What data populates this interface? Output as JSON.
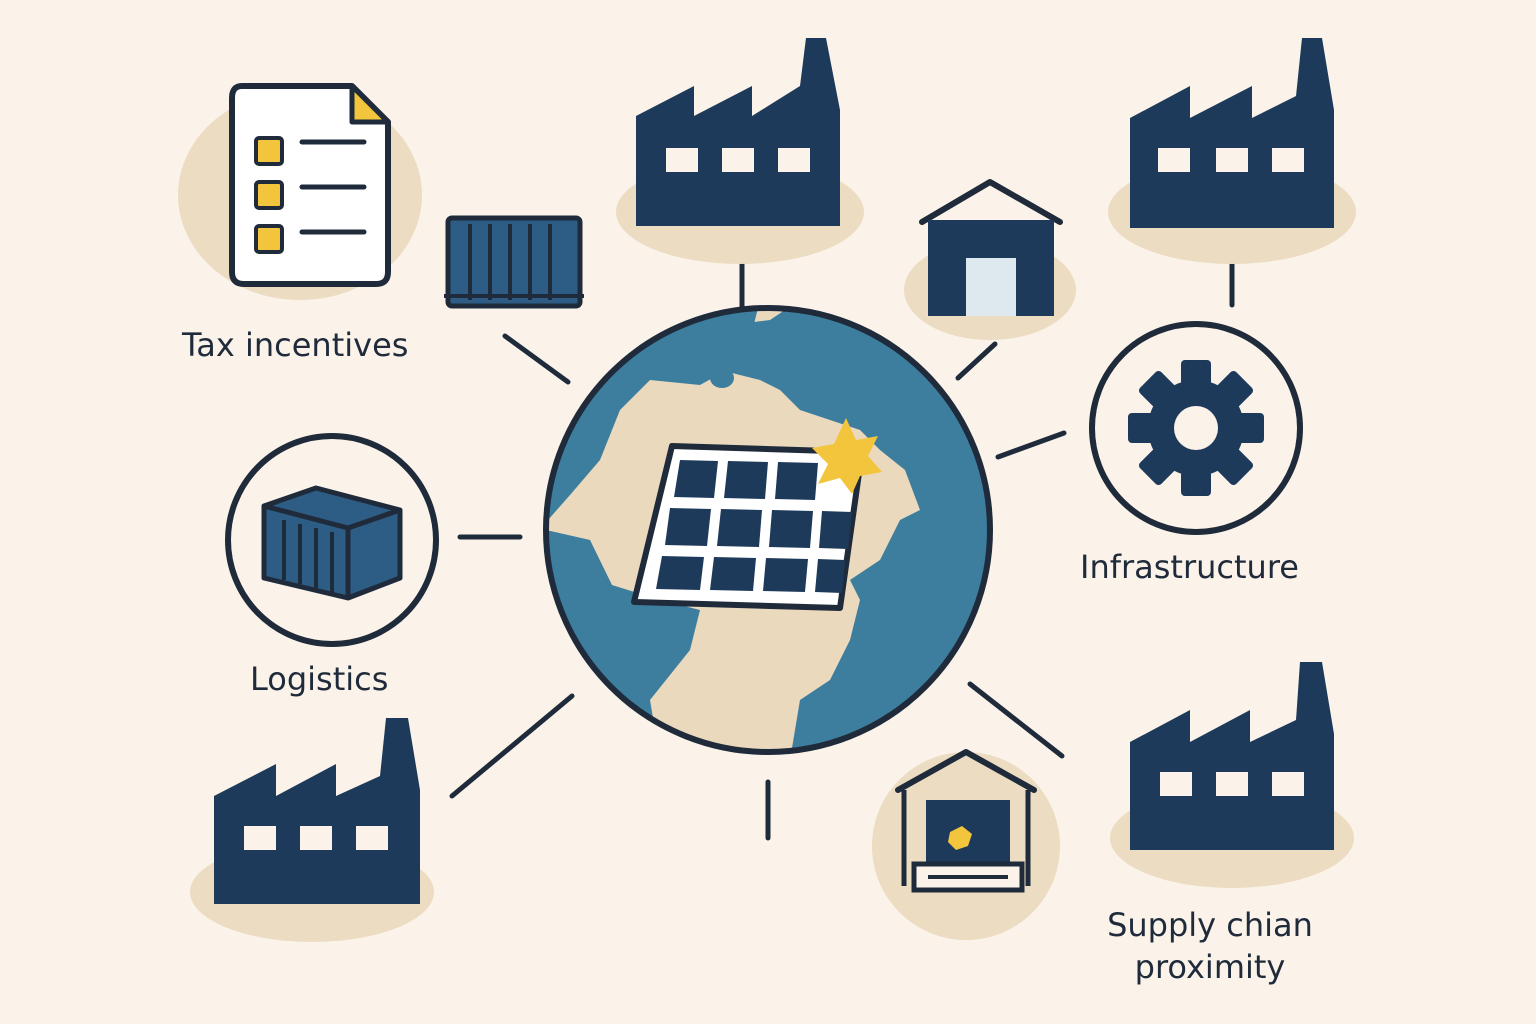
{
  "labels": {
    "tax_incentives": "Tax incentives",
    "logistics": "Logistics",
    "infrastructure": "Infrastructure",
    "supply_chain_proximity": "Supply chian proximity"
  },
  "colors": {
    "background": "#fbf3ea",
    "navy": "#1e3a5a",
    "ocean": "#3d7d9e",
    "land": "#ead9bd",
    "accent": "#f3c53c",
    "line": "#1f2b3a"
  }
}
